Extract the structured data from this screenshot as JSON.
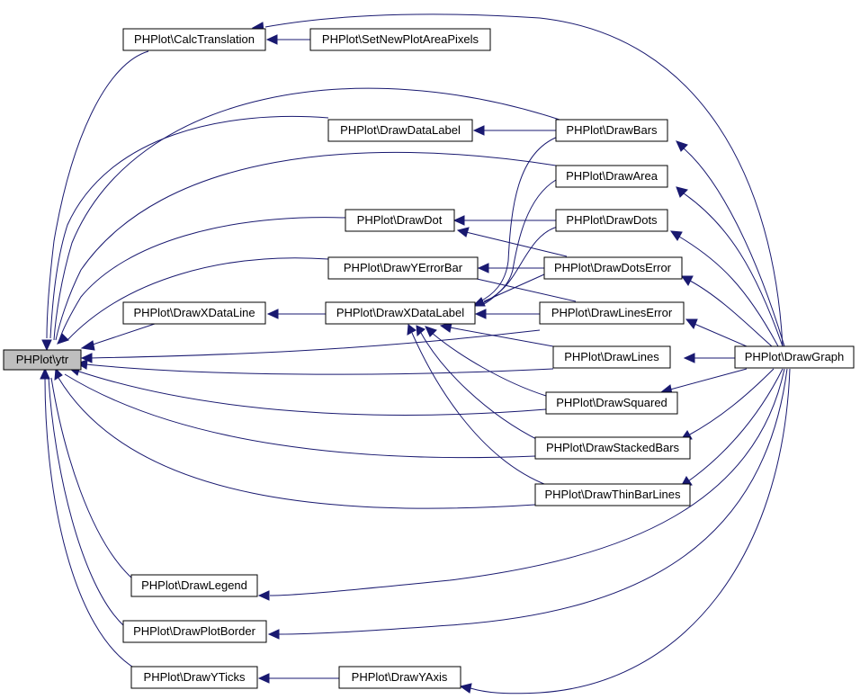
{
  "graph": {
    "edge_color": "#191970",
    "root_fill": "#bfbfbf",
    "nodes": {
      "ytr": "PHPlot\\ytr",
      "calc_translation": "PHPlot\\CalcTranslation",
      "set_new_plot_area_pixels": "PHPlot\\SetNewPlotAreaPixels",
      "draw_data_label": "PHPlot\\DrawDataLabel",
      "draw_bars": "PHPlot\\DrawBars",
      "draw_area": "PHPlot\\DrawArea",
      "draw_dot": "PHPlot\\DrawDot",
      "draw_dots": "PHPlot\\DrawDots",
      "draw_y_error_bar": "PHPlot\\DrawYErrorBar",
      "draw_dots_error": "PHPlot\\DrawDotsError",
      "draw_x_data_line": "PHPlot\\DrawXDataLine",
      "draw_x_data_label": "PHPlot\\DrawXDataLabel",
      "draw_lines_error": "PHPlot\\DrawLinesError",
      "draw_lines": "PHPlot\\DrawLines",
      "draw_graph": "PHPlot\\DrawGraph",
      "draw_squared": "PHPlot\\DrawSquared",
      "draw_stacked_bars": "PHPlot\\DrawStackedBars",
      "draw_thin_bar_lines": "PHPlot\\DrawThinBarLines",
      "draw_legend": "PHPlot\\DrawLegend",
      "draw_plot_border": "PHPlot\\DrawPlotBorder",
      "draw_y_ticks": "PHPlot\\DrawYTicks",
      "draw_y_axis": "PHPlot\\DrawYAxis"
    }
  }
}
